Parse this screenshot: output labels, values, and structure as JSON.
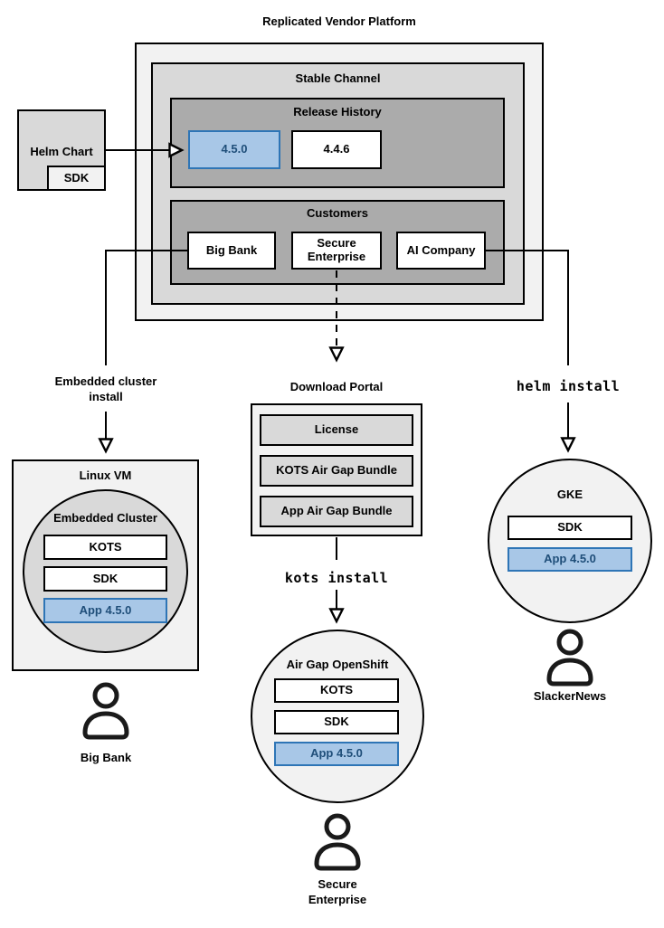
{
  "title": "Replicated Vendor Platform",
  "stable_channel": {
    "label": "Stable Channel",
    "release_history": {
      "label": "Release History",
      "releases": [
        "4.5.0",
        "4.4.6"
      ]
    },
    "customers": {
      "label": "Customers",
      "items": [
        "Big Bank",
        "Secure Enterprise",
        "AI Company"
      ]
    }
  },
  "helm_chart": {
    "label": "Helm Chart",
    "sdk": "SDK"
  },
  "flows": {
    "embedded": {
      "method": "Embedded cluster\ninstall",
      "vm_label": "Linux VM",
      "cluster_label": "Embedded Cluster",
      "components": [
        "KOTS",
        "SDK",
        "App 4.5.0"
      ],
      "user": "Big Bank"
    },
    "airgap": {
      "portal_label": "Download Portal",
      "portal_items": [
        "License",
        "KOTS Air Gap Bundle",
        "App Air Gap Bundle"
      ],
      "method": "kots install",
      "cluster_label": "Air Gap OpenShift",
      "components": [
        "KOTS",
        "SDK",
        "App 4.5.0"
      ],
      "user": "Secure\nEnterprise"
    },
    "helm": {
      "method": "helm install",
      "cluster_label": "GKE",
      "components": [
        "SDK",
        "App 4.5.0"
      ],
      "user": "SlackerNews"
    }
  },
  "colors": {
    "highlight_fill": "#A8C7E7",
    "highlight_border": "#2E75B6",
    "highlight_text": "#1F4E79",
    "outer_box": "#F2F2F2",
    "channel_box": "#D9D9D9",
    "inner_box": "#ABABAB",
    "line": "#000000"
  }
}
